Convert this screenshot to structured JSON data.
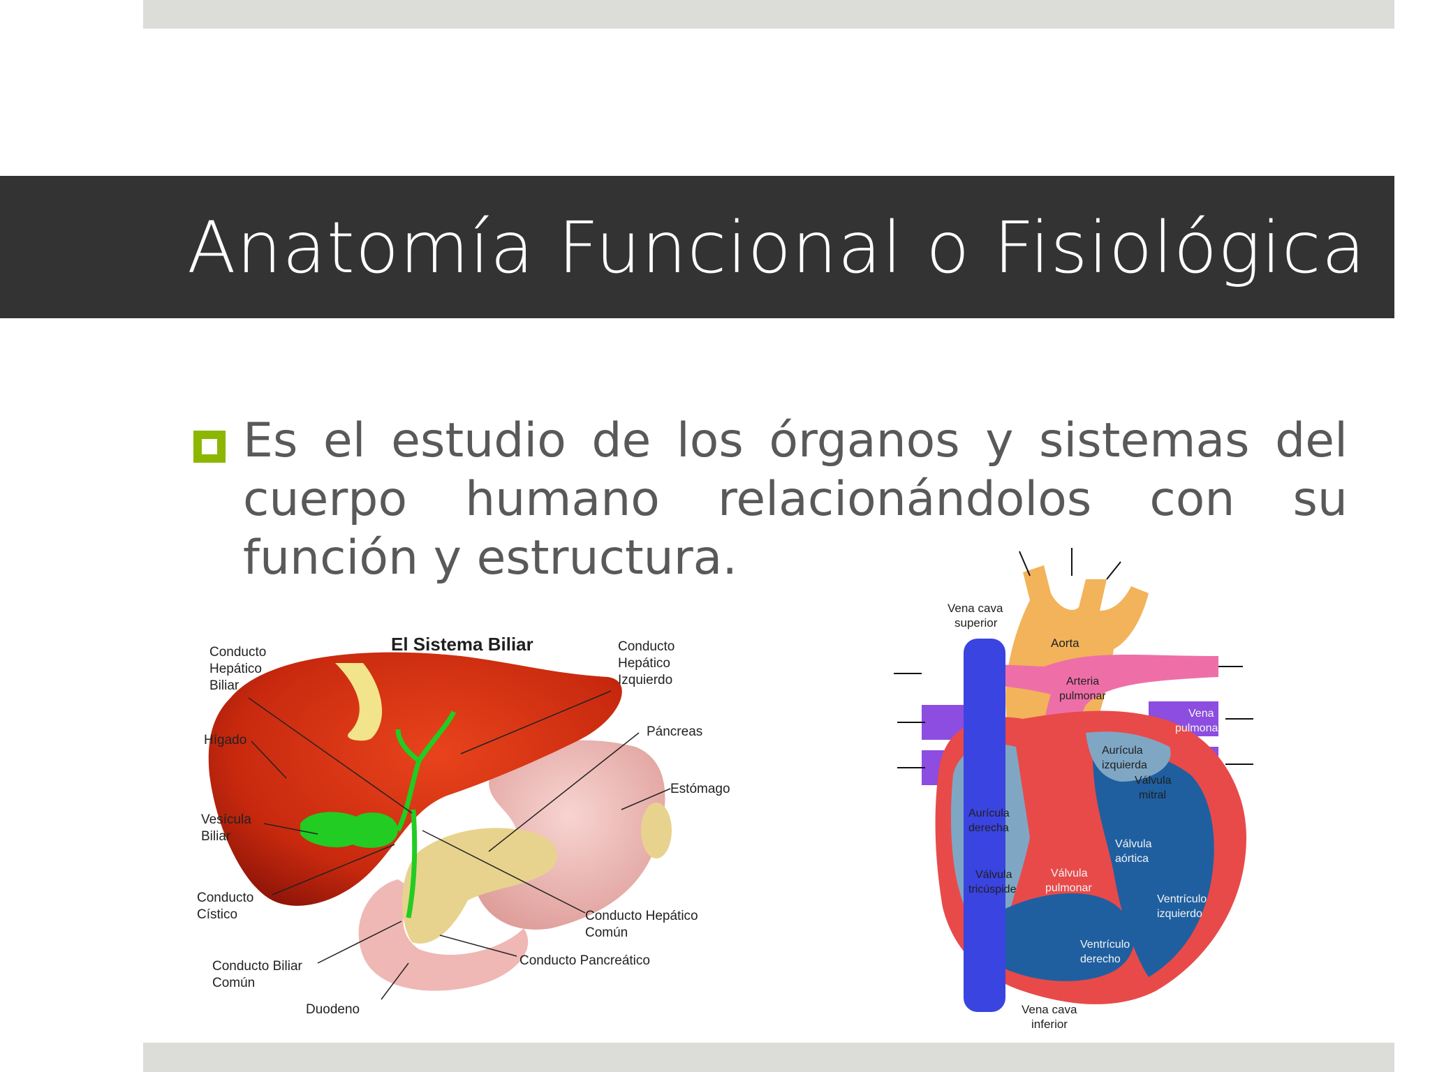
{
  "slide": {
    "title": "Anatomía Funcional o Fisiológica",
    "bullet": "Es el estudio de los órganos y sistemas del cuerpo humano relacionándolos con su función y estructura."
  },
  "biliary": {
    "heading": "El Sistema Biliar",
    "labels": {
      "hep_biliar_1": "Conducto",
      "hep_biliar_2": "Hepático",
      "hep_biliar_3": "Biliar",
      "higado": "Hígado",
      "vesicula_1": "Vesícula",
      "vesicula_2": "Biliar",
      "cistico_1": "Conducto",
      "cistico_2": "Cístico",
      "biliar_comun_1": "Conducto Biliar",
      "biliar_comun_2": "Común",
      "duodeno": "Duodeno",
      "hep_izq_1": "Conducto",
      "hep_izq_2": "Hepático",
      "hep_izq_3": "Izquierdo",
      "pancreas": "Páncreas",
      "estomago": "Estómago",
      "hep_comun_1": "Conducto Hepático",
      "hep_comun_2": "Común",
      "pancreatico": "Conducto Pancreático"
    }
  },
  "heart": {
    "labels": {
      "vcs_1": "Vena cava",
      "vcs_2": "superior",
      "aorta": "Aorta",
      "arteria_1": "Arteria",
      "arteria_2": "pulmonar",
      "vena_p_1": "Vena",
      "vena_p_2": "pulmonar",
      "aur_izq_1": "Aurícula",
      "aur_izq_2": "izquierda",
      "mitral_1": "Válvula",
      "mitral_2": "mitral",
      "aur_der_1": "Aurícula",
      "aur_der_2": "derecha",
      "aortica_1": "Válvula",
      "aortica_2": "aórtica",
      "tric_1": "Válvula",
      "tric_2": "tricúspide",
      "pulm_1": "Válvula",
      "pulm_2": "pulmonar",
      "vent_izq_1": "Ventrículo",
      "vent_izq_2": "izquierdo",
      "vent_der_1": "Ventrículo",
      "vent_der_2": "derecho",
      "vci_1": "Vena cava",
      "vci_2": "inferior"
    }
  }
}
